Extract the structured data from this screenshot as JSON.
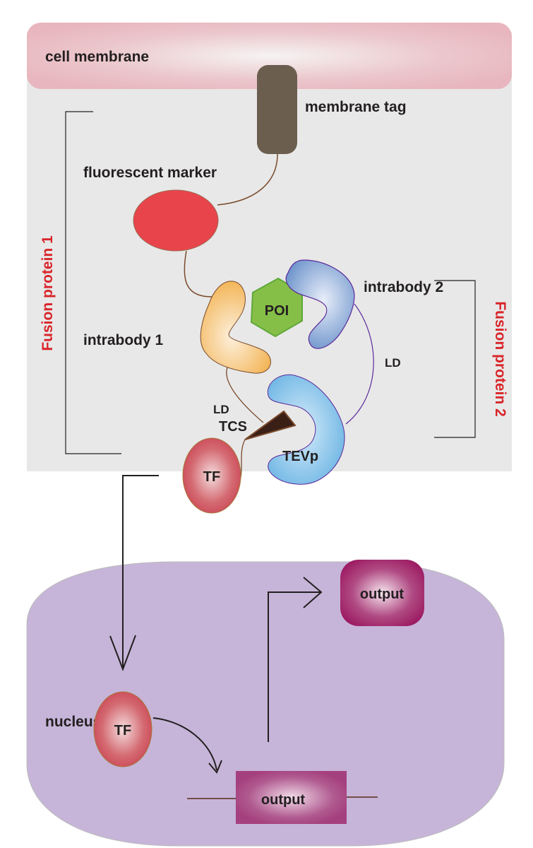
{
  "title": "Intrabody-based TEV protease split-sensor schematic",
  "labels": {
    "cell_membrane": "cell membrane",
    "membrane_tag": "membrane tag",
    "fluorescent_marker": "fluorescent marker",
    "intrabody_1": "intrabody 1",
    "intrabody_2": "intrabody 2",
    "poi": "POI",
    "ld_1": "LD",
    "ld_2": "LD",
    "tcs": "TCS",
    "tevp": "TEVp",
    "tf_cytoplasm": "TF",
    "tf_nucleus": "TF",
    "output_protein": "output",
    "output_gene": "output",
    "nucleus": "nucleus",
    "fusion_protein_1": "Fusion protein 1",
    "fusion_protein_2": "Fusion protein 2"
  },
  "colors": {
    "cytoplasm": "#e8e8e8",
    "membrane": "#e8b6be",
    "membrane_tag": "#6b5e4f",
    "fluorescent_marker": "#e8444c",
    "intrabody_1": "#f3b65a",
    "intrabody_2": "#6f95cc",
    "poi": "#86bf48",
    "tevp": "#6fb6e4",
    "tcs": "#3a1f17",
    "tf": "#c8404f",
    "output": "#9c1a62",
    "nucleus": "#bfadd0",
    "fusion_label": "#d9252a",
    "linker_brown": "#7a4a2a",
    "linker_purple": "#5b2a9a"
  }
}
